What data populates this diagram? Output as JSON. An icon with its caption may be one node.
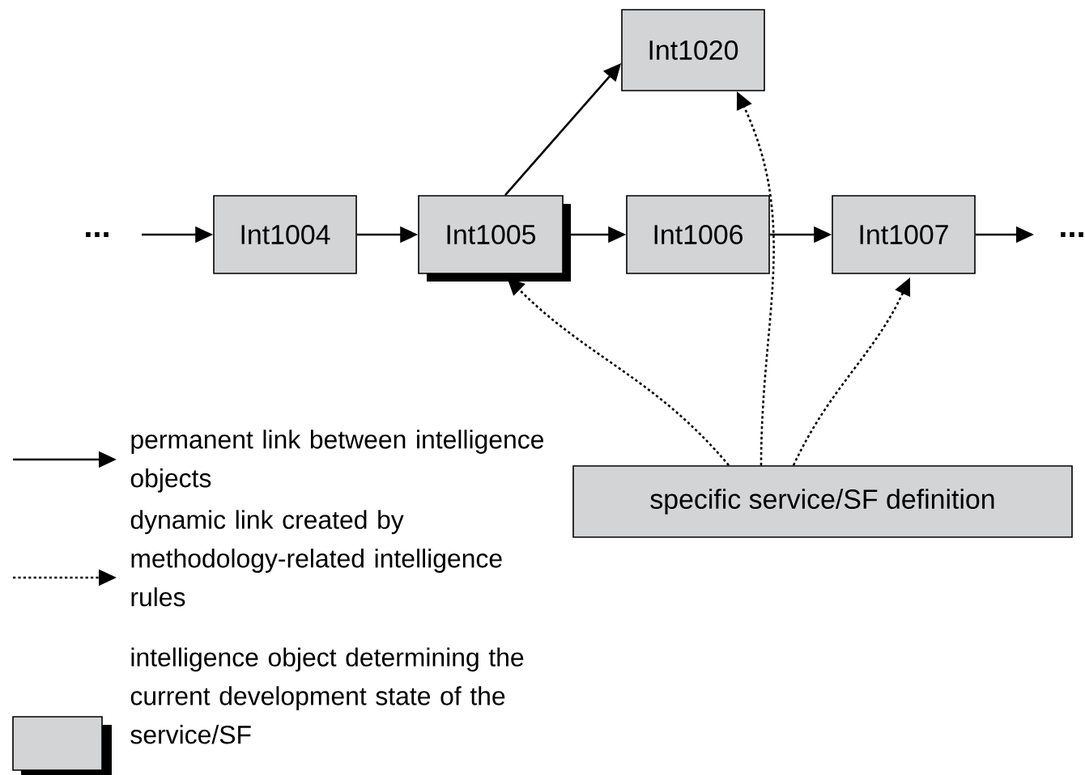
{
  "diagram": {
    "nodes": [
      {
        "text": [
          "Int1020"
        ]
      },
      {
        "text": [
          "..."
        ]
      },
      {
        "text": [
          "Int1004"
        ]
      },
      {
        "text": [
          "Int1005"
        ]
      },
      {
        "text": [
          "Int1006"
        ]
      },
      {
        "text": [
          "Int1007"
        ]
      },
      {
        "text": [
          "..."
        ]
      },
      {
        "text": [
          "specific service/SF definition"
        ]
      }
    ],
    "edges": [
      {
        "from": 1,
        "to": 2,
        "arrow": "to"
      },
      {
        "from": 2,
        "to": 3,
        "arrow": "to"
      },
      {
        "from": 3,
        "to": 4,
        "arrow": "to"
      },
      {
        "from": 4,
        "to": 5,
        "arrow": "to"
      },
      {
        "from": 5,
        "to": 6,
        "arrow": "to"
      },
      {
        "from": 3,
        "to": 0,
        "arrow": "to"
      },
      {
        "from": 7,
        "to": 3,
        "arrow": "to",
        "style": "dashed"
      },
      {
        "from": 7,
        "to": 0,
        "arrow": "to",
        "style": "dashed"
      },
      {
        "from": 7,
        "to": 5,
        "arrow": "to",
        "style": "dashed"
      }
    ],
    "legend": [
      {
        "text": "permanent link between intelligence objects"
      },
      {
        "text": "dynamic link created by methodology-related intelligence rules"
      },
      {
        "text": "intelligence object determining the current development state of the service/SF"
      }
    ]
  }
}
